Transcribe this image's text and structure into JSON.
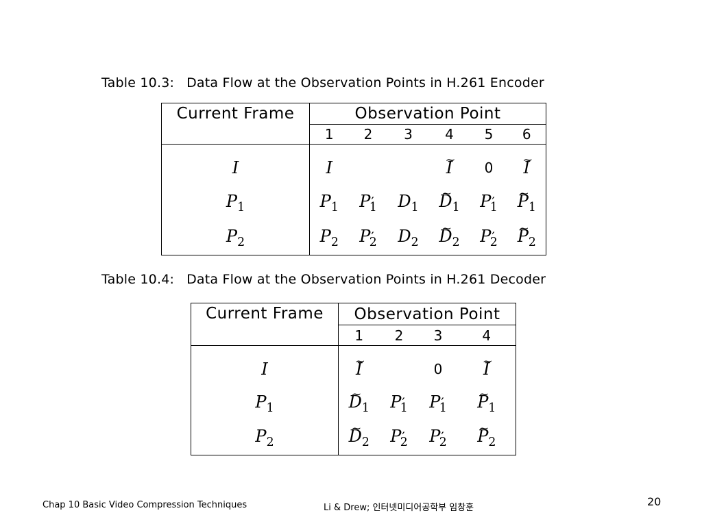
{
  "table1": {
    "caption_label": "Table 10.3:",
    "caption_text": "Data Flow at the Observation Points in H.261 Encoder",
    "header_current": "Current Frame",
    "header_observation": "Observation Point",
    "columns": [
      "1",
      "2",
      "3",
      "4",
      "5",
      "6"
    ],
    "rows": [
      {
        "label": "I",
        "cells": [
          "I",
          "",
          "",
          "Ĩ",
          "0",
          "Ĩ"
        ]
      },
      {
        "label": "P1",
        "cells": [
          "P1",
          "P′1",
          "D1",
          "D̃1",
          "P′1",
          "P̃1"
        ]
      },
      {
        "label": "P2",
        "cells": [
          "P2",
          "P′2",
          "D2",
          "D̃2",
          "P′2",
          "P̃2"
        ]
      }
    ]
  },
  "table2": {
    "caption_label": "Table 10.4:",
    "caption_text": "Data Flow at the Observation Points in H.261 Decoder",
    "header_current": "Current Frame",
    "header_observation": "Observation Point",
    "columns": [
      "1",
      "2",
      "3",
      "4"
    ],
    "rows": [
      {
        "label": "I",
        "cells": [
          "Ĩ",
          "",
          "0",
          "Ĩ"
        ]
      },
      {
        "label": "P1",
        "cells": [
          "D̃1",
          "P′1",
          "P′1",
          "P̃1"
        ]
      },
      {
        "label": "P2",
        "cells": [
          "D̃2",
          "P′2",
          "P′2",
          "P̃2"
        ]
      }
    ]
  },
  "footer": {
    "left": "Chap 10  Basic Video Compression Techniques",
    "center": "Li & Drew; 인터넷미디어공학부 임창훈",
    "page": "20"
  }
}
